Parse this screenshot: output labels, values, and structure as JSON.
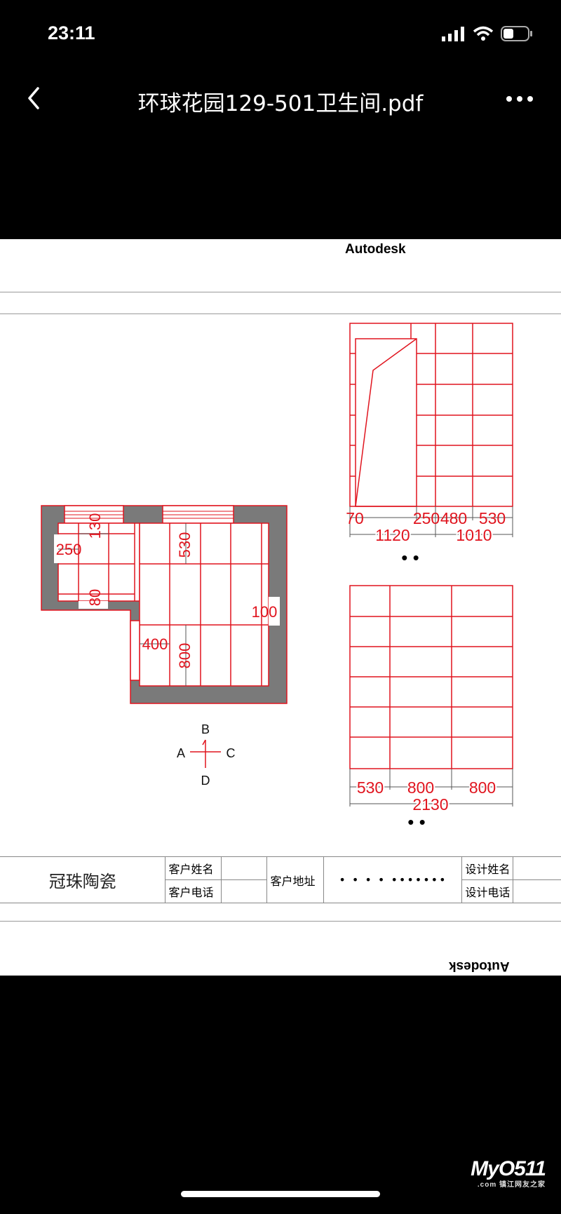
{
  "status_bar": {
    "time": "23:11",
    "icons": [
      "signal-icon",
      "wifi-icon",
      "battery-icon"
    ]
  },
  "nav": {
    "title": "环球花园129-501卫生间.pdf",
    "back_icon": "chevron-left-icon",
    "more_icon": "more-horizontal-icon"
  },
  "document": {
    "header_text": "Autodesk",
    "footer_text_flipped": "Autodesk",
    "floor_plan": {
      "dimensions": [
        "130",
        "250",
        "80",
        "530",
        "100",
        "400",
        "800"
      ],
      "compass": {
        "north": "B",
        "west": "A",
        "east": "C",
        "south": "D"
      }
    },
    "elevation_1": {
      "dims_row1": [
        "70",
        "250",
        "480",
        "530"
      ],
      "dims_row2": [
        "1120",
        "1010"
      ],
      "caption": "• •"
    },
    "elevation_2": {
      "dims_row1": [
        "530",
        "800",
        "800"
      ],
      "dims_row2": [
        "2130"
      ],
      "caption": "• •"
    },
    "title_block": {
      "brand": "冠珠陶瓷",
      "customer_name_label": "客户姓名",
      "customer_name_value": "",
      "customer_phone_label": "客户电话",
      "customer_phone_value": "",
      "customer_address_label": "客户地址",
      "customer_address_value": "• • • • •••••••",
      "designer_name_label": "设计姓名",
      "designer_phone_label": "设计电话"
    }
  },
  "watermark": {
    "text": "MyO511",
    "sub": ".com 镇江网友之家"
  },
  "colors": {
    "drawing_red": "#e0141e",
    "wall_gray": "#7a7a7a",
    "dim_gray": "#555555"
  }
}
